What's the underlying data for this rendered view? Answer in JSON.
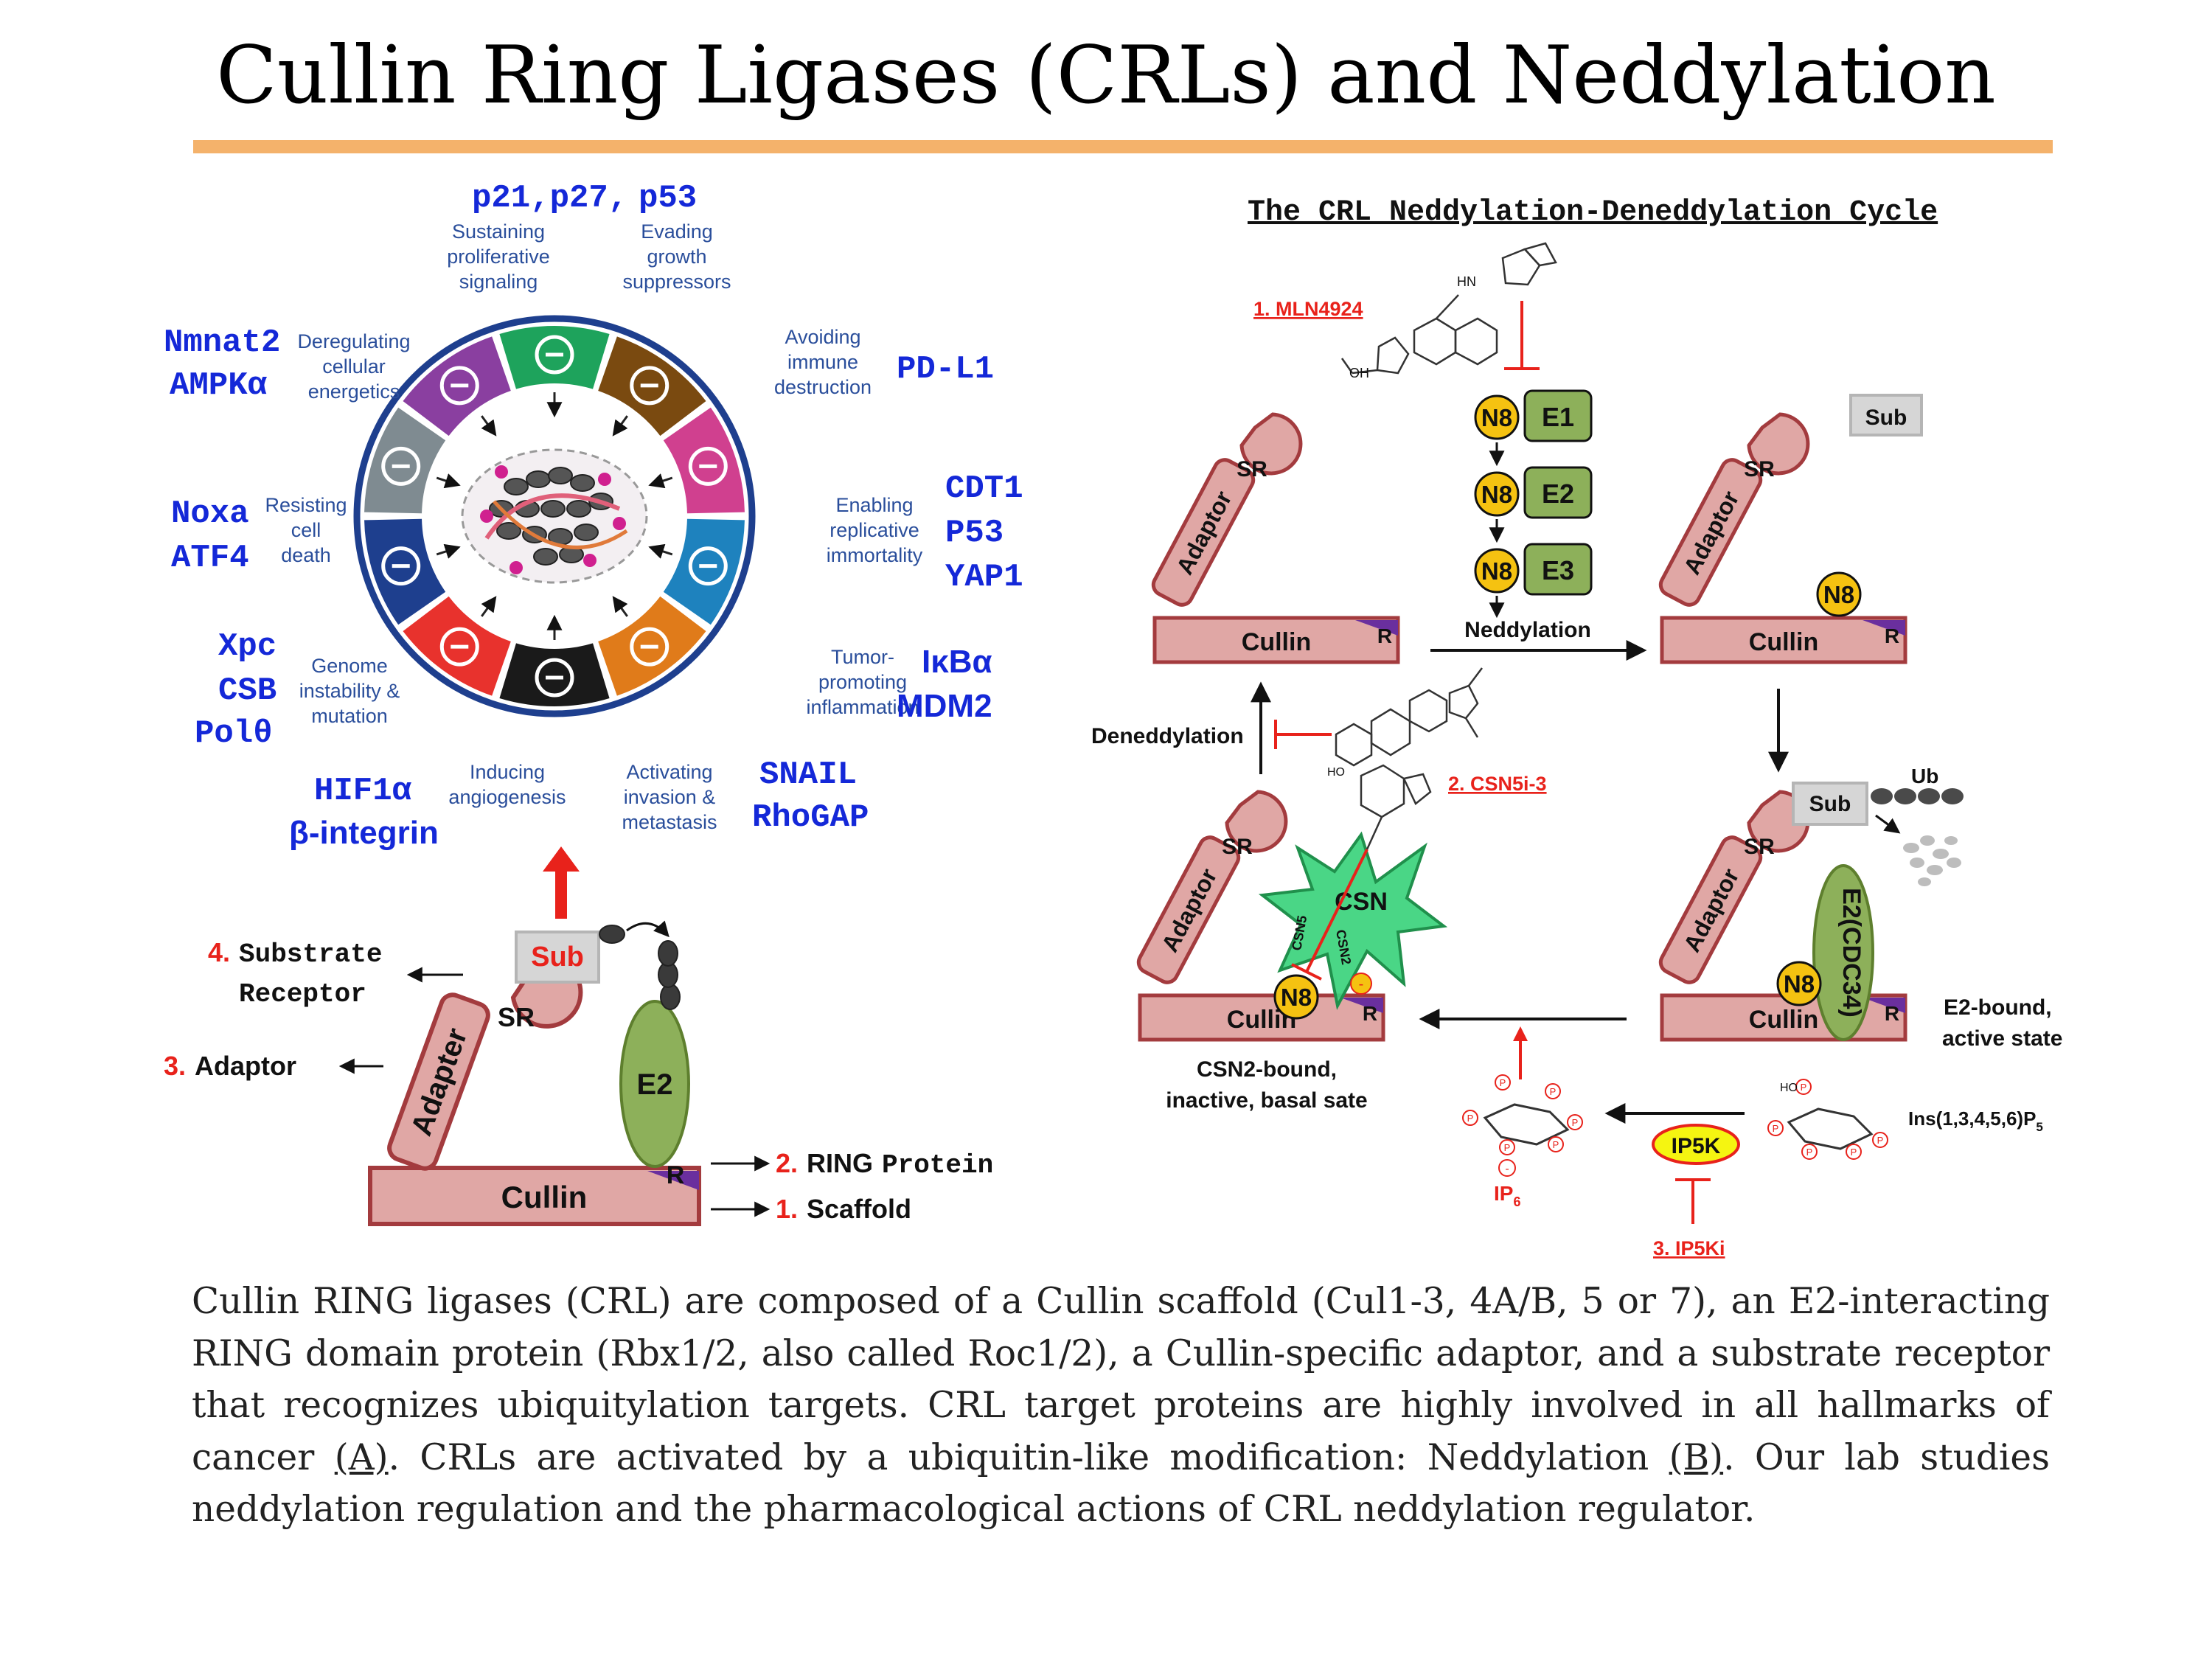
{
  "slide": {
    "title": "Cullin Ring Ligases (CRLs) and Neddylation"
  },
  "panel_a": {
    "hallmarks": [
      {
        "label": "Sustaining proliferative signaling",
        "targets": "p21,p27,",
        "color": "#1EA35C",
        "icon": "arrow-icon"
      },
      {
        "label": "Evading growth suppressors",
        "targets": "p53",
        "color": "#7A4A10",
        "icon": "no-entry-icon"
      },
      {
        "label": "Avoiding immune destruction",
        "targets": "PD-L1",
        "color": "#D0408F",
        "icon": "pacman-icon"
      },
      {
        "label": "Enabling replicative immortality",
        "targets": "CDT1 P53 YAP1",
        "color": "#1E82BE",
        "icon": "infinity-icon"
      },
      {
        "label": "Tumor-promoting inflammation",
        "targets": "IκBα MDM2",
        "color": "#E07B1A",
        "icon": "flame-icon"
      },
      {
        "label": "Activating invasion & metastasis",
        "targets": "SNAIL RhoGAP",
        "color": "#1A1A1A",
        "icon": "rocket-icon"
      },
      {
        "label": "Inducing angiogenesis",
        "targets": "HIF1α β-integrin",
        "color": "#E8322D",
        "icon": "vessel-icon"
      },
      {
        "label": "Genome instability & mutation",
        "targets": "Xpc CSB Polθ",
        "color": "#1E3F8E",
        "icon": "dna-icon"
      },
      {
        "label": "Resisting cell death",
        "targets": "Noxa ATF4",
        "color": "#7F8B91",
        "icon": "cross-icon"
      },
      {
        "label": "Deregulating cellular energetics",
        "targets": "Nmnat2 AMPKα",
        "color": "#8A3FA0",
        "icon": "atom-icon"
      }
    ],
    "t_p21": "p21,p27,",
    "t_p53": "p53",
    "t_pdl1": "PD-L1",
    "t_cdt1": "CDT1",
    "t_p53b": "P53",
    "t_yap1": "YAP1",
    "t_ikba": "IκBα",
    "t_mdm2": "MDM2",
    "t_snail": "SNAIL",
    "t_rhogap": "RhoGAP",
    "t_hif1a": "HIF1α",
    "t_bint": "β-integrin",
    "t_xpc": "Xpc",
    "t_csb": "CSB",
    "t_polq": "Polθ",
    "t_noxa": "Noxa",
    "t_atf4": "ATF4",
    "t_nmnat2": "Nmnat2",
    "t_ampka": "AMPKα",
    "crl": {
      "cullin": "Cullin",
      "ring": "R",
      "adapter": "Adapter",
      "sr": "SR",
      "sub": "Sub",
      "e2": "E2",
      "label_4_num": "4.",
      "label_4": "Substrate",
      "label_4b": "Receptor",
      "label_3_num": "3.",
      "label_3": "Adaptor",
      "label_2_num": "2.",
      "label_2": "RING",
      "label_2b": "Protein",
      "label_1_num": "1.",
      "label_1": "Scaffold"
    }
  },
  "panel_b": {
    "title": "The CRL Neddylation-Deneddylation Cycle",
    "mln4924": "1. MLN4924",
    "csn5i": "2. CSN5i-3",
    "ip5ki": "3. IP5Ki",
    "n8": "N8",
    "e1": "E1",
    "e2": "E2",
    "e3": "E3",
    "neddylation": "Neddylation",
    "deneddylation": "Deneddylation",
    "cullin": "Cullin",
    "r": "R",
    "sr": "SR",
    "adaptor": "Adaptor",
    "sub": "Sub",
    "ub": "Ub",
    "e2cdc34": "E2(CDC34)",
    "csn": "CSN",
    "csn5": "CSN5",
    "csn2": "CSN2",
    "e2_bound_1": "E2-bound,",
    "e2_bound_2": "active state",
    "csn2_bound_1": "CSN2-bound,",
    "csn2_bound_2": "inactive, basal sate",
    "ip5k": "IP5K",
    "ip6": "IP",
    "ip6_sub": "6",
    "ins_main": "Ins(1,3,4,5,6)P",
    "ins_sub": "5",
    "chem_hn": "HN",
    "chem_oh": "OH",
    "chem_ho": "HO",
    "chem_p": "P",
    "chem_neg": "-"
  },
  "caption": {
    "p1": "Cullin RING ligases (CRL) are composed of a Cullin scaffold (Cul1-3, 4A/B, 5 or 7), an E2-interacting RING domain protein (Rbx1/2, also called Roc1/2), a Cullin-specific adaptor, and a substrate receptor that recognizes ubiquitylation targets. CRL target proteins are highly involved in all hallmarks of cancer ",
    "ref_a": "(A)",
    "p2": ". CRLs are activated by a ubiquitin-like modification: Neddylation ",
    "ref_b": "(B)",
    "p3": ". Our lab studies neddylation regulation and the pharmacological actions of CRL neddylation regulator."
  }
}
